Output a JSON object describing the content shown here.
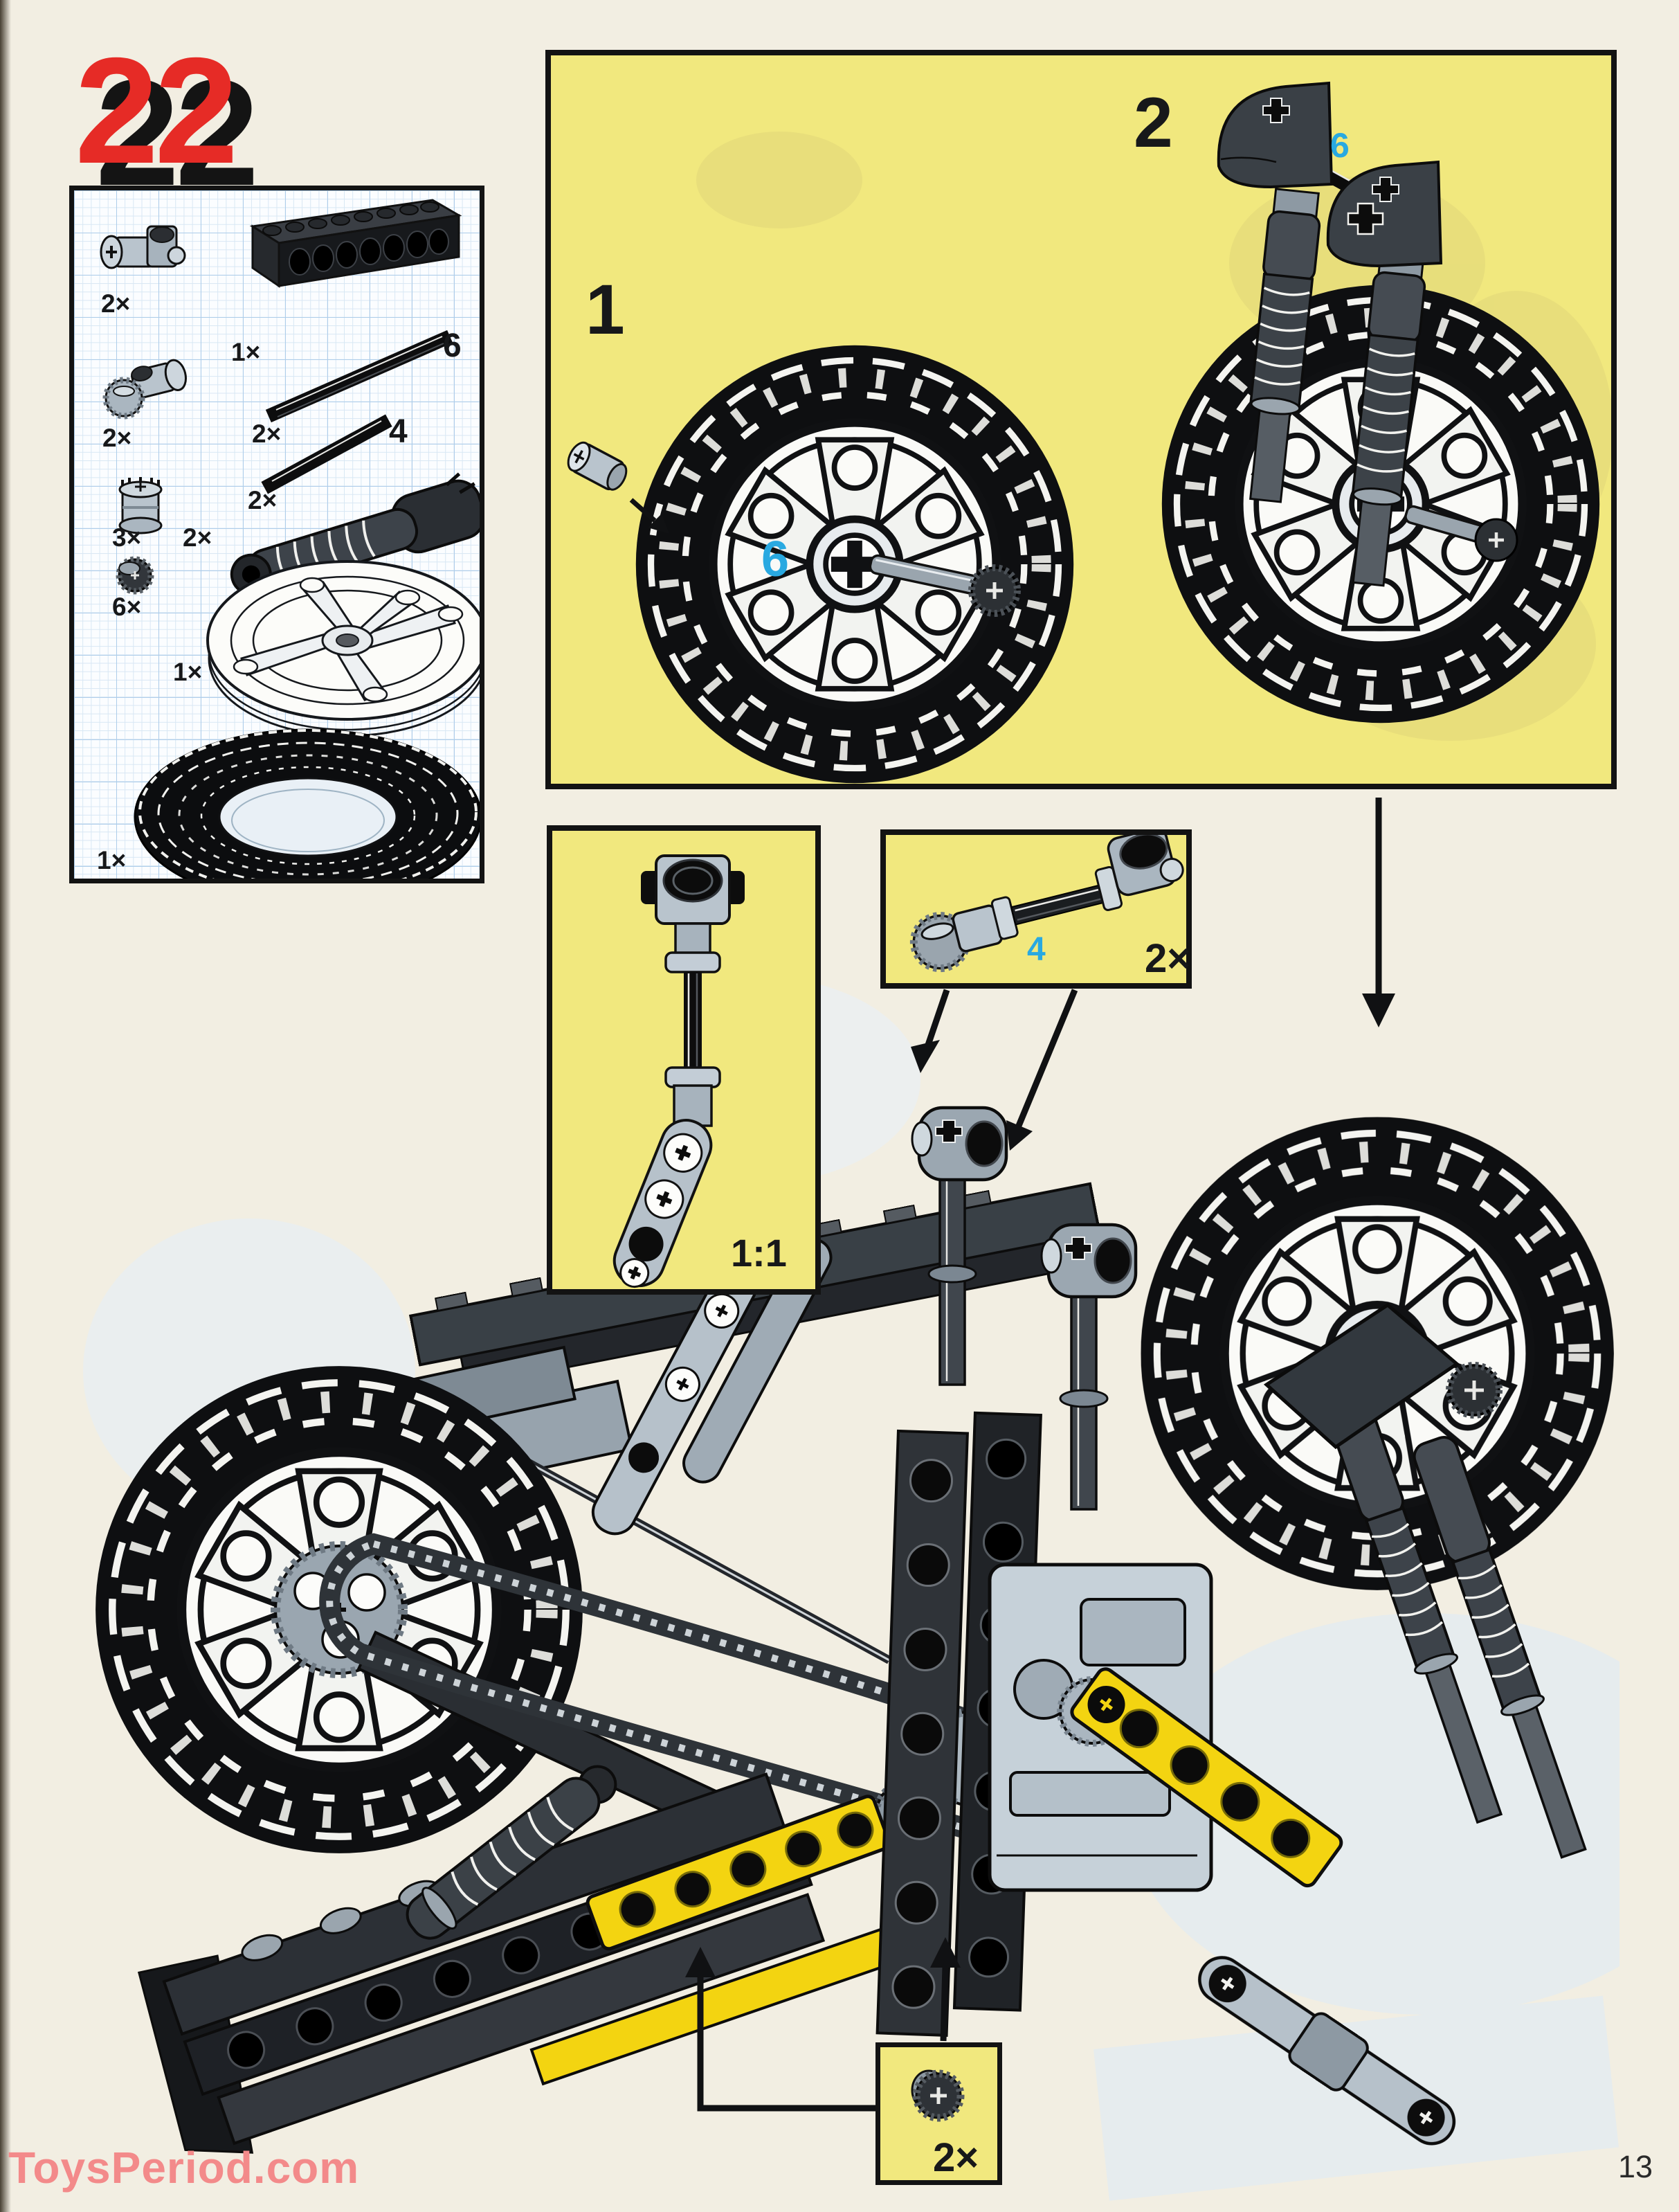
{
  "page": {
    "step_number": "22",
    "page_number": "13",
    "watermark": "ToysPeriod.com"
  },
  "colors": {
    "step_red": "#e62b26",
    "box_yellow": "#f1e87e",
    "grid_blue": "#aecdea",
    "cyan_label": "#29a9e1",
    "lego_yellow": "#f3d411",
    "watermark_pink": "#f38a8a",
    "ink_black": "#131313",
    "ghost_blue": "#dcebf7"
  },
  "parts_box": {
    "items": [
      {
        "name": "axle-joiner-toggle",
        "qty": "2×"
      },
      {
        "name": "toggle-joint-with-gear",
        "qty": "2×"
      },
      {
        "name": "toothed-bush",
        "qty": "3×"
      },
      {
        "name": "technic-brick-1x8",
        "qty": "1×"
      },
      {
        "name": "axle-6",
        "qty": "2×",
        "size_label": "6"
      },
      {
        "name": "axle-4",
        "qty": "2×",
        "size_label": "4"
      },
      {
        "name": "shock-absorber",
        "qty": "2×"
      },
      {
        "name": "bevel-gear-14t",
        "qty": "6×"
      },
      {
        "name": "motorcycle-wheel-rim",
        "qty": "1×"
      },
      {
        "name": "motorcycle-tire",
        "qty": "1×"
      }
    ]
  },
  "step_box": {
    "substeps": [
      {
        "label": "1",
        "axle_size_label": "6"
      },
      {
        "label": "2",
        "axle_size_label": "6"
      }
    ]
  },
  "scale_box": {
    "label": "1:1"
  },
  "axle_callout_box": {
    "axle_size_label": "4",
    "qty": "2×"
  },
  "gear_callout_box": {
    "qty": "2×"
  }
}
